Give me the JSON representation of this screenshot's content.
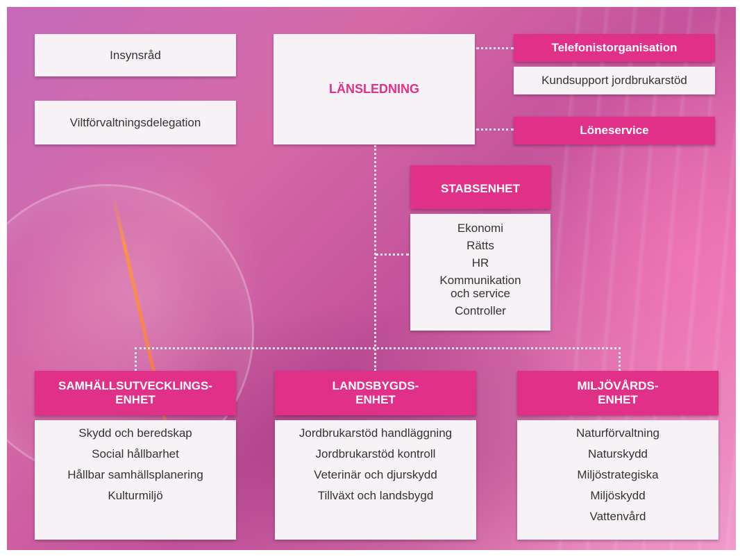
{
  "board": {
    "insynsrad": "Insynsråd",
    "viltforvaltning": "Viltförvaltningsdelegation",
    "lansledning": "LÄNSLEDNING"
  },
  "side_units": {
    "telefonist": "Telefonistorganisation",
    "kundsupport": "Kundsupport jordbrukarstöd",
    "loneservice": "Löneservice"
  },
  "staff": {
    "title": "STABSENHET",
    "items": [
      "Ekonomi",
      "Rätts",
      "HR",
      "Kommunikation",
      "och service",
      "Controller"
    ]
  },
  "units": [
    {
      "title_line1": "SAMHÄLLSUTVECKLINGS-",
      "title_line2": "ENHET",
      "items": [
        "Skydd och beredskap",
        "Social hållbarhet",
        "Hållbar samhällsplanering",
        "Kulturmiljö"
      ]
    },
    {
      "title_line1": "LANDSBYGDS-",
      "title_line2": "ENHET",
      "items": [
        "Jordbrukarstöd handläggning",
        "Jordbrukarstöd kontroll",
        "Veterinär och djurskydd",
        "Tillväxt och landsbygd"
      ]
    },
    {
      "title_line1": "MILJÖVÅRDS-",
      "title_line2": "ENHET",
      "items": [
        "Naturförvaltning",
        "Naturskydd",
        "Miljöstrategiska",
        "Miljöskydd",
        "Vattenvård"
      ]
    }
  ],
  "colors": {
    "accent": "#e03088",
    "box_bg": "#f7f2f6",
    "connector": "#ffffff"
  }
}
